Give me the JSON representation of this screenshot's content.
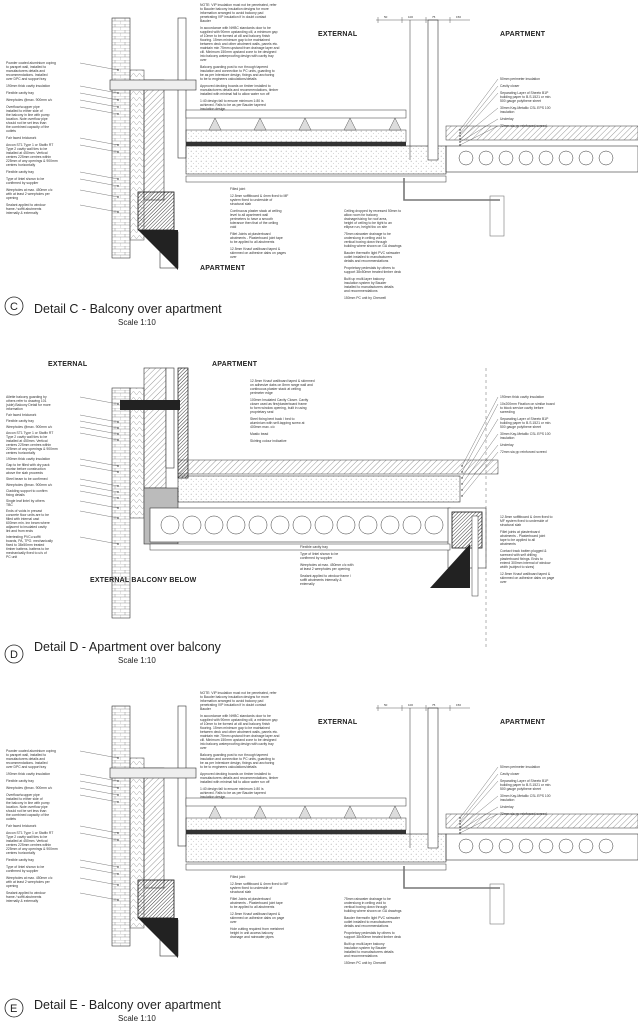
{
  "details": [
    {
      "letter": "C",
      "title": "Detail C - Balcony over apartment",
      "scale": "Scale 1:10",
      "zone_labels": [
        "EXTERNAL",
        "APARTMENT",
        "APARTMENT"
      ],
      "notes_left": [
        "Powder coated aluminium coping to parapet wall, installed to manufacturers details and recommendations. Installed over DPC and support tray",
        "190mm thick cavity insulation",
        "Flexible cavity tray",
        "Weepholes @max. 900mm c/c",
        "Overflow/scupper pipe installed to either side of the balcony in line with pump location. Note overflow pipe should not be set less than the combined capacity of the outlets",
        "Fair faced brickwork",
        "Ancon ST1 Type 1 or Staifix RT Type 2 cavity wall ties to be installed at 450mm. Vertical centres 225mm centres within 225mm of any openings & 900mm centres horizontally",
        "Flexible cavity tray",
        "Type of lintel shown to be confirmed by supplier",
        "Weepholes at max. 450mm c/c with at least 2 weepholes per opening",
        "Sealant applied to window frame / soffit abutments internally & externally"
      ],
      "notes_top": [
        "NOTE: VIP insulation must not be penetrated, refer to Bauder balcony insulation designs for more information arranged to avoid balcony pad penetrating VIP insulation if in doubt contact Bauder",
        "In accordance with NHBC standards door to be supplied with 90mm upstanding cill, a minimum gap of 10mm to be formed at cill and balcony finish flooring. 15mm minimum gap to be maintained between deck and other abutment walls, panels etc. maintain min 75mm upstand from drainage layer and cill. Minimum 150mm upstand zone to be designed into balcony waterproofing design with cavity tray over",
        "Balcony guarding post to run through tapered insulation and connection to PC units, guarding to be as per Interstore design, fixings and anchoring to be to engineers calculations/details",
        "Approved decking boards on timber installed to manufacturers details and recommendations, timber installed with minimal fall to allow water run off",
        "1:40 design fall to ensure minimum 1:80 is achieved. Falls to be as per Bauder tapered insulation design"
      ],
      "notes_right": [
        "50mm perimeter insulation",
        "Cavity closer",
        "Separating Layer of Sheetx B1P building paper to B.S.1521 or min. 500 gauge polythene sheet",
        "30mm Kay-Metallic CSL EPS 100 insulation",
        "Underlay",
        "72mm sia pp reinforced screed"
      ],
      "notes_bottom": [
        "Filled joint",
        "12.5mm soffitboard & 4mm fixed to MF system fixed to underside of structural slab",
        "Continuous plaster stack at ceiling level to all apartment wall perimeters to have a smooth tolerance then that of the ceiling void",
        "Fillet Joints at plasterboard abutments - Plasterboard joint tape to be applied to all abutments",
        "12.5mm Knauf wallboard taped & skimmed on adhesive dabs on pages over",
        "Ceiling dropped by recessed 50mm to allow room for balcony drainage/sizing for roof area, height of ceiling to be tight to an ellipse run, height tbc on site",
        "75mm rainwater drainage to be underslung in ceiling void to vertical boxing down through building where shown on GA drawings",
        "Bauder thermofin light PVC rainwater outlet installed to manufacturers details and recommendations",
        "Proprietary pedestals by others to support 38x50mm treated timber deck",
        "Built up multi-layer balcony insulation system by Bauder installed to manufacturers details and recommendations",
        "150mm PC unit by Cherwell"
      ],
      "dims": [
        "50",
        "100",
        "75",
        "150"
      ]
    },
    {
      "letter": "D",
      "title": "Detail D - Apartment over balcony",
      "scale": "Scale 1:10",
      "zone_labels": [
        "EXTERNAL",
        "APARTMENT",
        "EXTERNAL BALCONY BELOW"
      ],
      "notes_left": [
        "Ailette balcony guarding by others refer to drawing 101 (side) Balcony Detail for more information",
        "Fair faced brickwork",
        "Flexible cavity tray",
        "Weepholes @max. 900mm c/c",
        "Ancon ST1 Type 1 or Staifix RT Type 2 cavity wall ties to be installed at 450mm. Vertical centres 225mm centres within 225mm of any openings & 900mm centres horizontally",
        "190mm thick cavity insulation",
        "Gap to be filled with dry pack mortar before construction above the slab proceeds",
        "Steel beam to be confirmed",
        "Weepholes @max. 900mm c/c",
        "Cladding support to confirm fixing details",
        "Single leaf lintel by others TBC",
        "Ends of voids in precast concrete floor units are to be filled with internal cast 600mm min. inn beam where adjacent to insulated cavity lint and from ends",
        "Intertesting PVCu soffit boards, PA, TPO. mechanically fixed to 38x50mm treated timber battens. battens to be mechanically fixed to u/s of PC unit"
      ],
      "notes_top": [
        "12.5mm Knauf wallboard taped & skimmed on adhesive dabs on 8mm range wall and continuous plaster stack at ceiling perimeter edge",
        "100mm Insulated Cavity Closer. Cavity closer used as fire/plasterboard frame to form window opening, built in using proprietary seal",
        "Steel fixing bent back / bed to aluminium with self-tapping screw at 400mm max. c/c",
        "Mastic bead",
        "Skirting colour indicative"
      ],
      "notes_right": [
        "190mm thick cavity insulation",
        "10x200mm Fixation on similar board to block service cavity before screeding",
        "Separating Layer of Sheetx B1P building paper to B.S.1521 or min. 500 gauge polythene sheet",
        "30mm Kay-Metallic CSL EPS 100 insulation",
        "Underlay",
        "72mm sia pp reinforced screed"
      ],
      "notes_bottom": [
        "Flexible cavity tray",
        "Type of lintel shown to be confirmed by supplier",
        "Weepholes at max. 450mm c/c with at least 2 weepholes per opening",
        "Sealant applied to window frame / soffit abutments internally & externally",
        "12.5mm soffitboard & 4mm fixed to MF system fixed to underside of structural slab",
        "Fillet joints at plasterboard abutments - Plasterboard joint tape to be applied to all abutments",
        "Contact track batten plugged & screwed with self drilling plasterboard fixings. Ends to extend 300mm internal of window width (subject to sizes)",
        "12.5mm Knauf wallboard taped & skimmed on adhesive dabs on page over"
      ],
      "dims": []
    },
    {
      "letter": "E",
      "title": "Detail E - Balcony over apartment",
      "scale": "Scale 1:10",
      "zone_labels": [
        "EXTERNAL",
        "APARTMENT"
      ],
      "notes_left": [
        "Powder coated aluminium coping to parapet wall, installed to manufacturers details and recommendations. Installed over DPC and support tray",
        "190mm thick cavity insulation",
        "Flexible cavity tray",
        "Weepholes @max. 900mm c/c",
        "Overflow/scupper pipe installed to either side of the balcony in line with pump location. Note overflow pipe should not be set less than the combined capacity of the outlets",
        "Fair faced brickwork",
        "Ancon ST1 Type 1 or Staifix RT Type 2 cavity wall ties to be installed at 450mm. Vertical centres 225mm centres within 225mm of any openings & 900mm centres horizontally",
        "Flexible cavity tray",
        "Type of lintel shown to be confirmed by supplier",
        "Weepholes at max. 450mm c/c with at least 2 weepholes per opening",
        "Sealant applied to window frame / soffit abutments internally & externally"
      ],
      "notes_top": [
        "NOTE: VIP insulation must not be penetrated, refer to Bauder balcony insulation designs for more information arranged to avoid balcony pad penetrating VIP insulation if in doubt contact Bauder",
        "In accordance with NHBC standards door to be supplied with 90mm upstanding cill, a minimum gap of 10mm to be formed at cill and balcony finish flooring. 15mm minimum gap to be maintained between deck and other abutment walls, panels etc. maintain min 75mm upstand from drainage layer and cill. Minimum 150mm upstand zone to be designed into balcony waterproofing design with cavity tray over",
        "Balcony guarding post to run through tapered insulation and connection to PC units, guarding to be as per Interstore design, fixings and anchoring to be to engineers calculations/details",
        "Approved decking boards on timber installed to manufacturers details and recommendations, timber installed with minimal fall to allow water run off",
        "1:40 design fall to ensure minimum 1:80 is achieved. Falls to be as per Bauder tapered insulation design"
      ],
      "notes_right": [
        "50mm perimeter insulation",
        "Cavity closer",
        "Separating Layer of Sheetx B1P building paper to B.S.1521 or min. 500 gauge polythene sheet",
        "30mm Kay-Metallic CSL EPS 100 insulation",
        "Underlay",
        "72mm sia pp reinforced screed"
      ],
      "notes_bottom": [
        "Filled joint",
        "12.5mm soffitboard & 4mm fixed to MF system fixed to underside of structural slab",
        "Fillet Joints at plasterboard abutments - Plasterboard joint tape to be applied to all abutments",
        "12.5mm Knauf wallboard taped & skimmed on adhesive dabs on page over",
        "Hole cutting required from metsheet height in unit access balcony drainage and rainwater pipes",
        "75mm rainwater drainage to be underslung in ceiling void to vertical boxing down through building where shown on GA drawings",
        "Bauder thermofin light PVC rainwater outlet installed to manufacturers details and recommendations",
        "Proprietary pedestals by others to support 38x50mm treated timber deck",
        "Built up multi-layer balcony insulation system by Bauder installed to manufacturers details and recommendations",
        "150mm PC unit by Cherwell"
      ],
      "dims": [
        "50",
        "100",
        "75",
        "150"
      ]
    }
  ]
}
